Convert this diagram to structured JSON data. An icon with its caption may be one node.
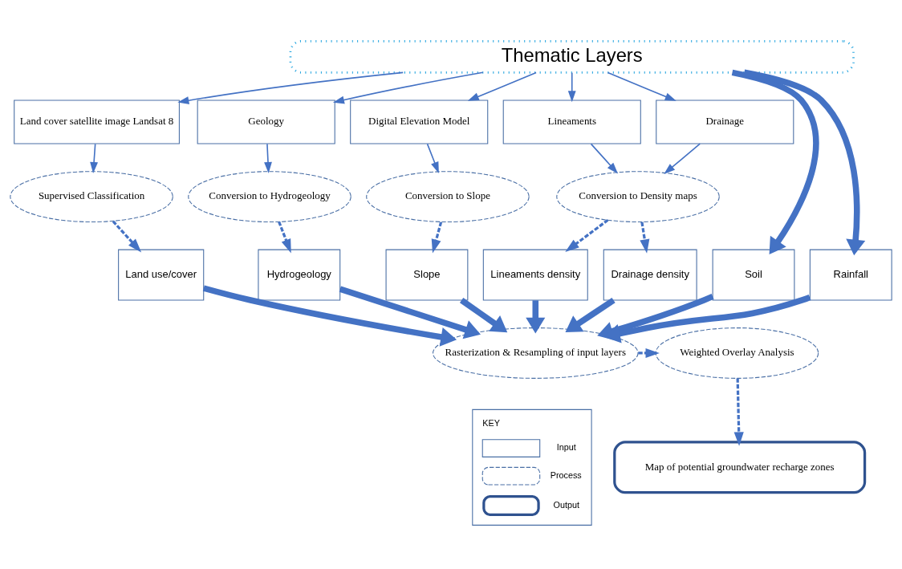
{
  "diagram": {
    "nodes": [
      {
        "text": [
          "Thematic Layers"
        ]
      },
      {
        "text": [
          "Land cover satellite image Landsat 8"
        ]
      },
      {
        "text": [
          "Geology"
        ]
      },
      {
        "text": [
          "Digital Elevation Model"
        ]
      },
      {
        "text": [
          "Lineaments"
        ]
      },
      {
        "text": [
          "Drainage"
        ]
      },
      {
        "text": [
          "Supervised Classification"
        ]
      },
      {
        "text": [
          "Conversion to Hydrogeology"
        ]
      },
      {
        "text": [
          "Conversion to Slope"
        ]
      },
      {
        "text": [
          "Conversion to Density maps"
        ]
      },
      {
        "text": [
          "Land use/cover"
        ]
      },
      {
        "text": [
          "Hydrogeology"
        ]
      },
      {
        "text": [
          "Slope"
        ]
      },
      {
        "text": [
          "Soil"
        ]
      },
      {
        "text": [
          "Rainfall"
        ]
      },
      {
        "text": [
          "Lineaments density"
        ]
      },
      {
        "text": [
          "Drainage density"
        ]
      },
      {
        "text": [
          "Rasterization & Resampling of input layers"
        ]
      },
      {
        "text": [
          "Weighted Overlay Analysis"
        ]
      },
      {
        "text": [
          "Map of potential groundwater recharge zones"
        ]
      }
    ],
    "edges": [
      {
        "from": 0,
        "to": 1,
        "arrow": "to"
      },
      {
        "from": 0,
        "to": 2,
        "arrow": "to"
      },
      {
        "from": 0,
        "to": 3,
        "arrow": "to"
      },
      {
        "from": 0,
        "to": 4,
        "arrow": "to"
      },
      {
        "from": 0,
        "to": 5,
        "arrow": "to"
      },
      {
        "from": 0,
        "to": 13,
        "arrow": "to",
        "style": "thick"
      },
      {
        "from": 0,
        "to": 14,
        "arrow": "to",
        "style": "thick"
      },
      {
        "from": 1,
        "to": 6,
        "arrow": "to"
      },
      {
        "from": 2,
        "to": 7,
        "arrow": "to"
      },
      {
        "from": 3,
        "to": 8,
        "arrow": "to"
      },
      {
        "from": 4,
        "to": 9,
        "arrow": "to"
      },
      {
        "from": 5,
        "to": 9,
        "arrow": "to"
      },
      {
        "from": 6,
        "to": 10,
        "arrow": "to",
        "style": "dashed"
      },
      {
        "from": 7,
        "to": 11,
        "arrow": "to",
        "style": "dashed"
      },
      {
        "from": 8,
        "to": 12,
        "arrow": "to",
        "style": "dashed"
      },
      {
        "from": 9,
        "to": 15,
        "arrow": "to",
        "style": "dashed"
      },
      {
        "from": 9,
        "to": 16,
        "arrow": "to",
        "style": "dashed"
      },
      {
        "from": 10,
        "to": 17,
        "arrow": "to",
        "style": "thick"
      },
      {
        "from": 11,
        "to": 17,
        "arrow": "to",
        "style": "thick"
      },
      {
        "from": 12,
        "to": 17,
        "arrow": "to",
        "style": "thick"
      },
      {
        "from": 13,
        "to": 17,
        "arrow": "to",
        "style": "thick"
      },
      {
        "from": 14,
        "to": 17,
        "arrow": "to",
        "style": "thick"
      },
      {
        "from": 15,
        "to": 17,
        "arrow": "to",
        "style": "thick"
      },
      {
        "from": 16,
        "to": 17,
        "arrow": "to",
        "style": "thick"
      },
      {
        "from": 17,
        "to": 18,
        "arrow": "to",
        "style": "dashed"
      },
      {
        "from": 18,
        "to": 19,
        "arrow": "to",
        "style": "dashed"
      }
    ],
    "labels": [
      "KEY"
    ],
    "legend": [
      {
        "text": "Input"
      },
      {
        "text": "Process"
      },
      {
        "text": "Output"
      }
    ]
  }
}
